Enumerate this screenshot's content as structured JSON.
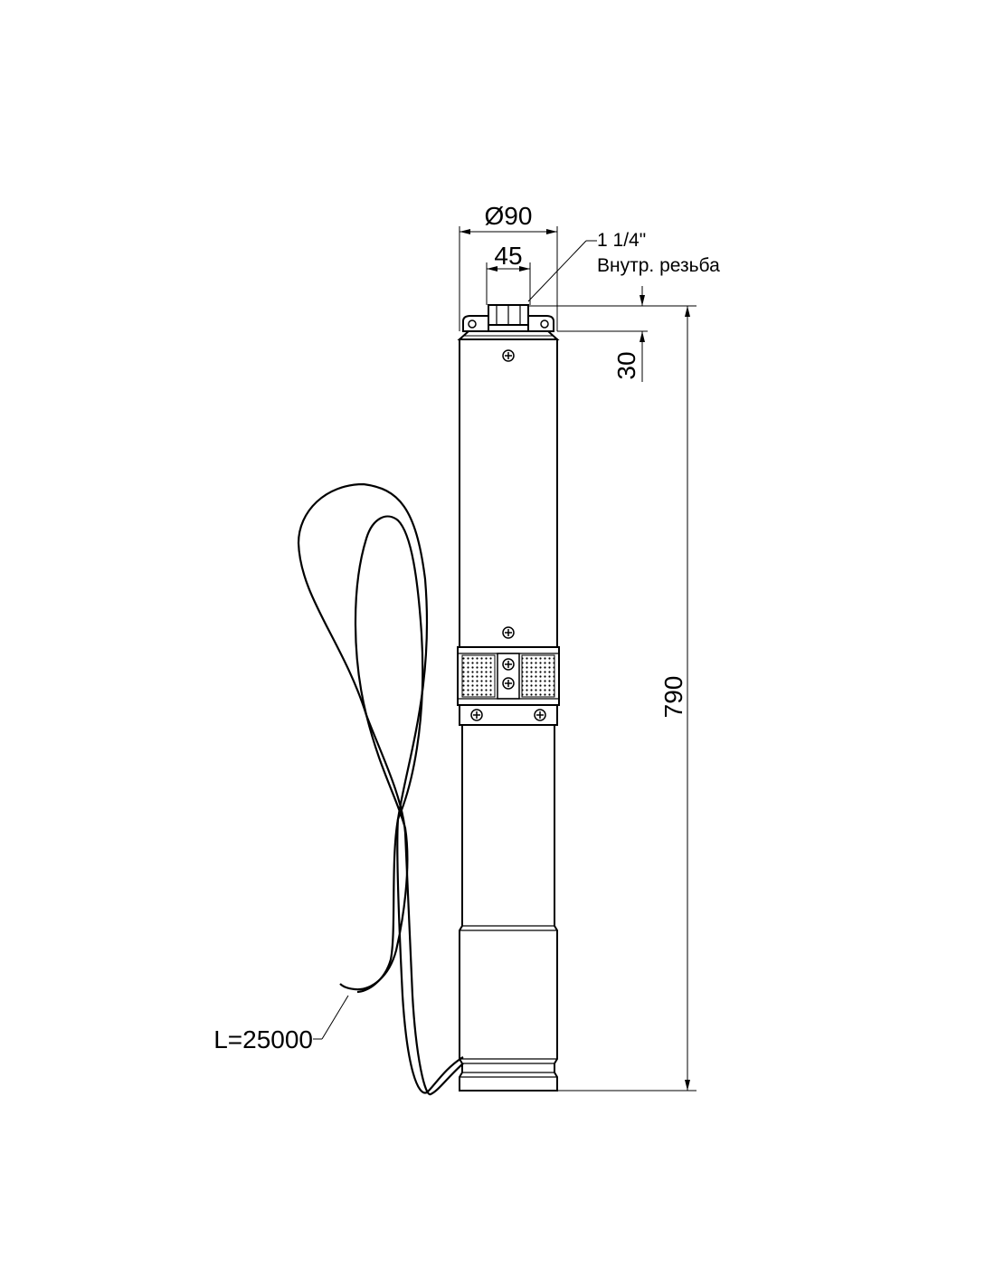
{
  "drawing": {
    "dimensions": {
      "outer_diameter": "Ø90",
      "outlet_width": "45",
      "thread_size": "1 1/4\"",
      "thread_type": "Внутр. резьба",
      "top_offset": "30",
      "total_length": "790",
      "cable_length": "L=25000"
    },
    "colors": {
      "line": "#000000",
      "background": "#ffffff"
    }
  }
}
